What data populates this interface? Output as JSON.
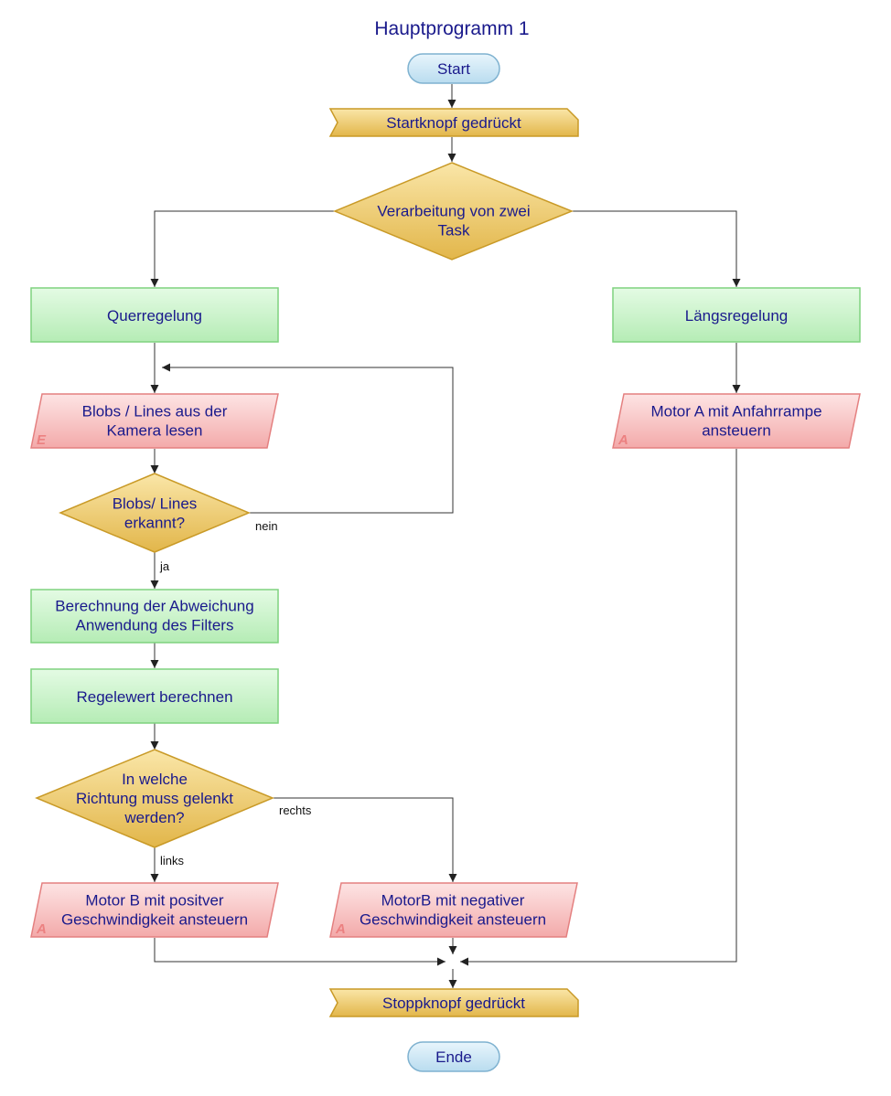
{
  "title": "Hauptprogramm 1",
  "colors": {
    "text": "#1a1a8c",
    "terminal_fill": "#cfe7f5",
    "terminal_stroke": "#7fb2d0",
    "gold_fill": "#f0cf74",
    "gold_stroke": "#c99a27",
    "green_fill": "#cdf5cd",
    "green_stroke": "#7fd27f",
    "red_fill": "#f9c8c8",
    "red_stroke": "#e48080",
    "io_mark": "#ec8080",
    "line": "#333333"
  },
  "nodes": {
    "start": {
      "lines": [
        "Start"
      ]
    },
    "startknopf": {
      "lines": [
        "Startknopf gedrückt"
      ]
    },
    "verarbeitung": {
      "lines": [
        "Verarbeitung von zwei",
        "Task"
      ]
    },
    "querregelung": {
      "lines": [
        "Querregelung"
      ]
    },
    "laengsregelung": {
      "lines": [
        "Längsregelung"
      ]
    },
    "blobs_lesen": {
      "lines": [
        "Blobs / Lines aus der",
        "Kamera lesen"
      ],
      "io_mark": "E"
    },
    "motor_a": {
      "lines": [
        "Motor A mit Anfahrrampe",
        "ansteuern"
      ],
      "io_mark": "A"
    },
    "blobs_erkannt": {
      "lines": [
        "Blobs/ Lines",
        "erkannt?"
      ]
    },
    "berechnung": {
      "lines": [
        "Berechnung der Abweichung",
        "Anwendung des Filters"
      ]
    },
    "regelwert": {
      "lines": [
        "Regelewert berechnen"
      ]
    },
    "richtung": {
      "lines": [
        "In welche",
        "Richtung muss gelenkt",
        "werden?"
      ]
    },
    "motor_b_pos": {
      "lines": [
        "Motor B mit positver",
        "Geschwindigkeit ansteuern"
      ],
      "io_mark": "A"
    },
    "motor_b_neg": {
      "lines": [
        "MotorB mit negativer",
        "Geschwindigkeit ansteuern"
      ],
      "io_mark": "A"
    },
    "stoppknopf": {
      "lines": [
        "Stoppknopf gedrückt"
      ]
    },
    "ende": {
      "lines": [
        "Ende"
      ]
    }
  },
  "edge_labels": {
    "nein": "nein",
    "ja": "ja",
    "rechts": "rechts",
    "links": "links"
  }
}
